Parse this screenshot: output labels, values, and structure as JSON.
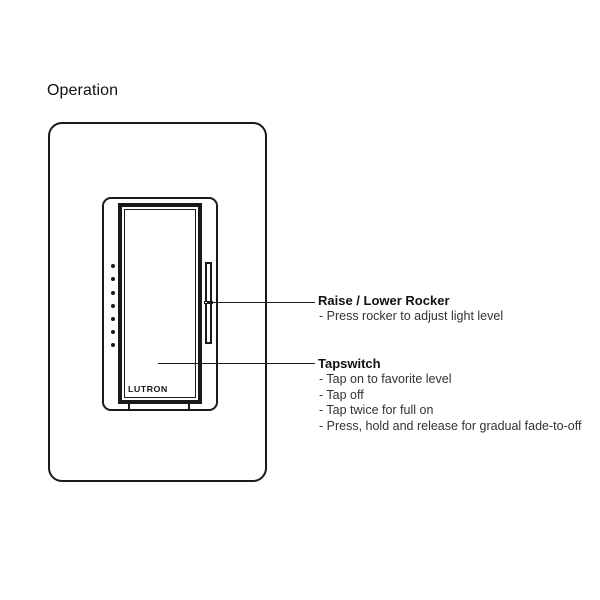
{
  "page": {
    "title": "Operation"
  },
  "device": {
    "brand": "LUTRON",
    "led_count": 7,
    "colors": {
      "line": "#1a1a1a",
      "background": "#ffffff"
    }
  },
  "callouts": [
    {
      "heading": "Raise / Lower Rocker",
      "items": [
        "- Press rocker to adjust light level"
      ]
    },
    {
      "heading": "Tapswitch",
      "items": [
        "- Tap on to favorite level",
        "- Tap off",
        "- Tap twice for full on",
        "- Press, hold and release for gradual fade-to-off"
      ]
    }
  ]
}
